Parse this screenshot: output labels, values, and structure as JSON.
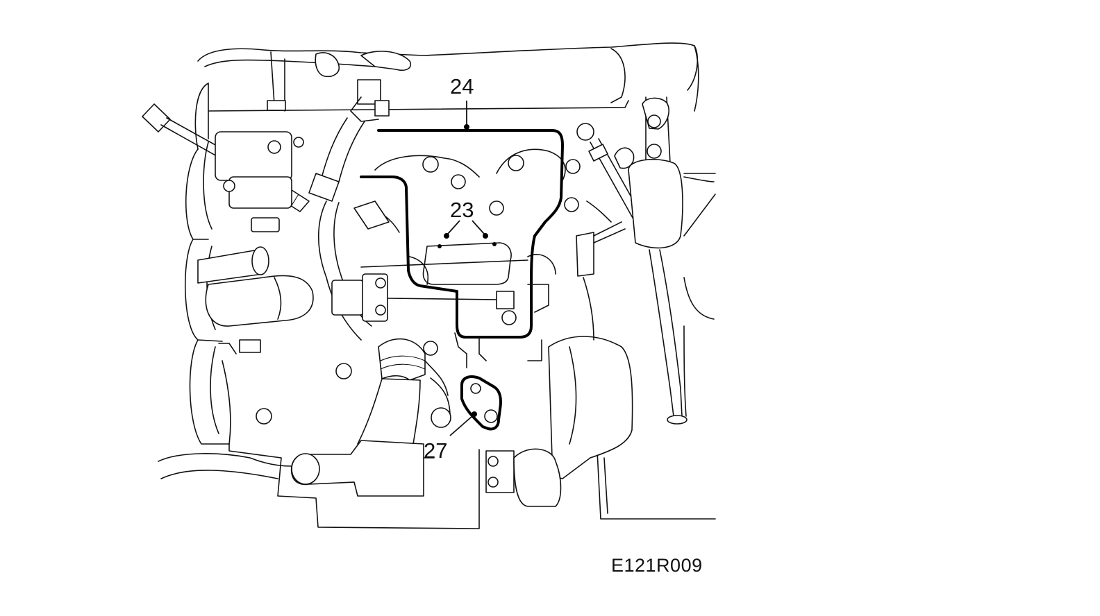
{
  "diagram": {
    "callouts": [
      {
        "id": "24",
        "label": "24"
      },
      {
        "id": "23",
        "label": "23"
      },
      {
        "id": "27",
        "label": "27"
      }
    ],
    "figure_code": "E121R009",
    "colors": {
      "line": "#111111",
      "highlight": "#000000",
      "background": "#ffffff"
    }
  }
}
